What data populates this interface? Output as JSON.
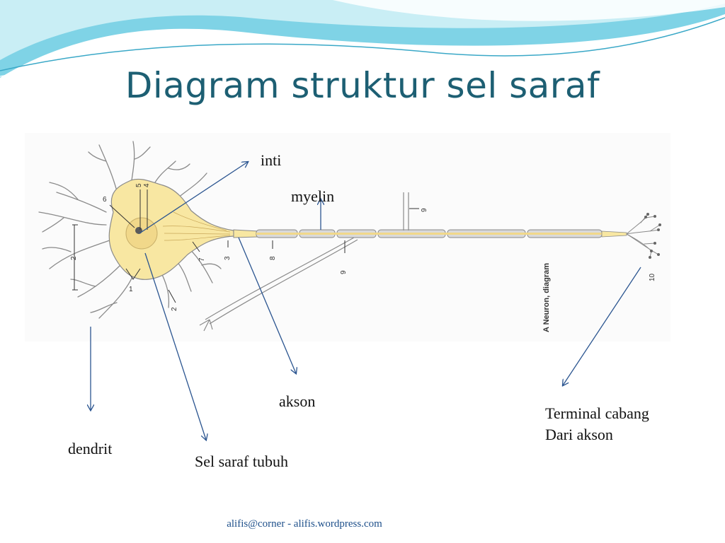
{
  "slide": {
    "title": "Diagram struktur sel saraf",
    "footer": "alifis@corner - alifis.wordpress.com"
  },
  "colors": {
    "title": "#1d5f73",
    "cell_body": "#f8e7a2",
    "cell_outline": "#8a8a8a",
    "annotation_arrow": "#2b5590",
    "banner_light": "#c9eef5",
    "banner_mid": "#7fd3e6"
  },
  "labels": {
    "inti": "inti",
    "myelin": "myelin",
    "akson": "akson",
    "dendrit": "dendrit",
    "sel_saraf_tubuh": "Sel saraf tubuh",
    "terminal_line1": "Terminal cabang",
    "terminal_line2": "Dari akson"
  },
  "figure": {
    "numbers": {
      "n1": "1",
      "n2a": "2",
      "n2b": "2",
      "n3": "3",
      "n4": "4",
      "n5": "5",
      "n6": "6",
      "n7": "7",
      "n8": "8",
      "n9a": "9",
      "n9b": "9",
      "n10": "10"
    },
    "caption": "A  Neuron, diagram"
  }
}
